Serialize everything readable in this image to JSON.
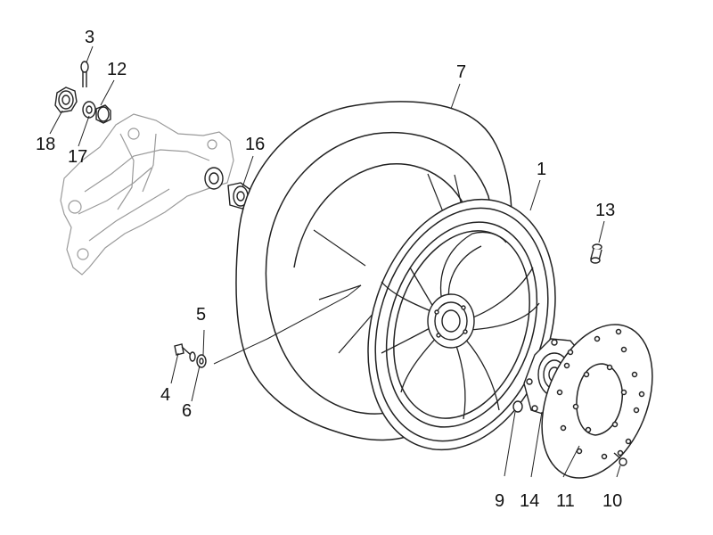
{
  "callouts": {
    "p1": "1",
    "p3": "3",
    "p4": "4",
    "p5": "5",
    "p6": "6",
    "p7": "7",
    "p9": "9",
    "p10": "10",
    "p11": "11",
    "p12": "12",
    "p13": "13",
    "p14": "14",
    "p16": "16",
    "p17": "17",
    "p18": "18"
  },
  "colors": {
    "line": "#222222",
    "faded_line": "#9a9a9a",
    "paper": "#ffffff"
  }
}
